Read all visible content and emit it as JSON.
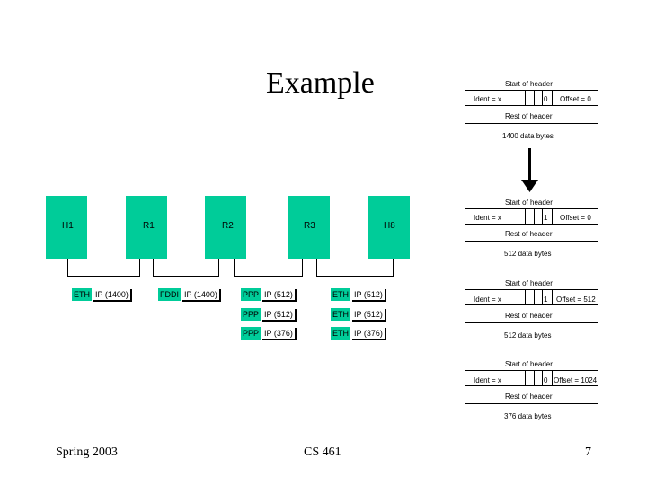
{
  "title": "Example",
  "footer": {
    "left": "Spring 2003",
    "center": "CS 461",
    "right": "7"
  },
  "nodes": [
    "H1",
    "R1",
    "R2",
    "R3",
    "H8"
  ],
  "links": {
    "h1_r1": {
      "l2": "ETH",
      "ip": "IP (1400)"
    },
    "r1_r2": {
      "l2": "FDDI",
      "ip": "IP (1400)"
    },
    "r2_r3": [
      {
        "l2": "PPP",
        "ip": "IP (512)"
      },
      {
        "l2": "PPP",
        "ip": "IP (512)"
      },
      {
        "l2": "PPP",
        "ip": "IP (376)"
      }
    ],
    "r3_h8": [
      {
        "l2": "ETH",
        "ip": "IP (512)"
      },
      {
        "l2": "ETH",
        "ip": "IP (512)"
      },
      {
        "l2": "ETH",
        "ip": "IP (376)"
      }
    ]
  },
  "headers": [
    {
      "start": "Start of header",
      "ident": "Ident = x",
      "flag": "0",
      "offset": "Offset = 0",
      "rest": "Rest of header",
      "data": "1400 data bytes"
    },
    {
      "start": "Start of header",
      "ident": "Ident = x",
      "flag": "1",
      "offset": "Offset = 0",
      "rest": "Rest of header",
      "data": "512 data bytes"
    },
    {
      "start": "Start of header",
      "ident": "Ident = x",
      "flag": "1",
      "offset": "Offset = 512",
      "rest": "Rest of header",
      "data": "512 data bytes"
    },
    {
      "start": "Start of header",
      "ident": "Ident = x",
      "flag": "0",
      "offset": "Offset = 1024",
      "rest": "Rest of header",
      "data": "376 data bytes"
    }
  ],
  "colors": {
    "node": "#00cc99",
    "l2_tag": "#00cc99"
  }
}
